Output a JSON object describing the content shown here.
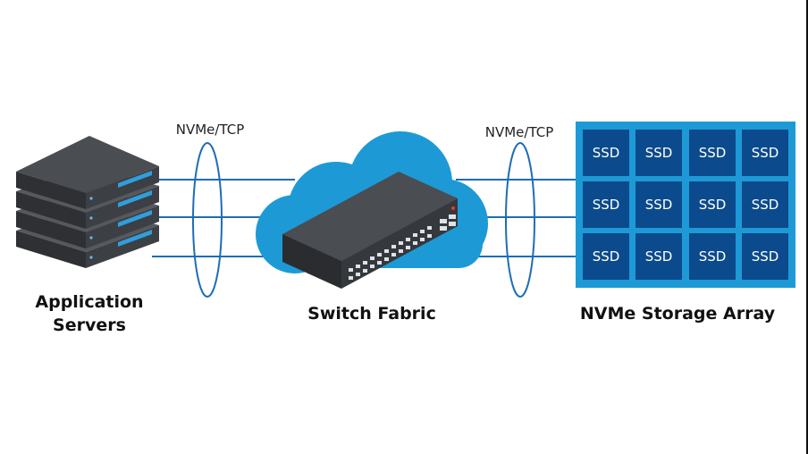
{
  "protocol_left": "NVMe/TCP",
  "protocol_right": "NVMe/TCP",
  "servers": {
    "line1": "Application",
    "line2": "Servers"
  },
  "switch": {
    "label": "Switch Fabric"
  },
  "storage": {
    "label": "NVMe Storage Array",
    "cells": [
      [
        "SSD",
        "SSD",
        "SSD",
        "SSD"
      ],
      [
        "SSD",
        "SSD",
        "SSD",
        "SSD"
      ],
      [
        "SSD",
        "SSD",
        "SSD",
        "SSD"
      ]
    ]
  },
  "colors": {
    "link": "#1e6db5",
    "cloud": "#1d9ad6",
    "array_frame": "#1d9ad6",
    "ssd_cell": "#0b4a8c",
    "server_dark": "#3a3d42",
    "switch_dark": "#3b3d40"
  }
}
